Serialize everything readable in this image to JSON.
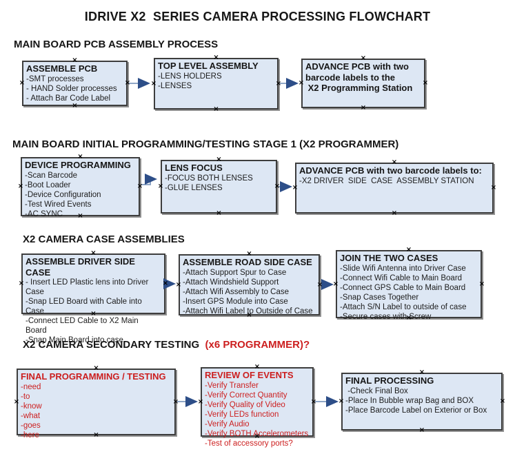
{
  "page": {
    "title": "IDRIVE X2  SERIES CAMERA PROCESSING FLOWCHART"
  },
  "colors": {
    "box_fill": "#dde7f4",
    "box_border": "#3d3d3d",
    "red_text": "#cc1e1e",
    "arrow_line": "#8fa6c6",
    "arrow_head": "#2d4e88"
  },
  "sections": [
    {
      "heading": "MAIN BOARD PCB ASSEMBLY PROCESS",
      "boxes": [
        {
          "title_lines": [
            "ASSEMBLE PCB"
          ],
          "items": [
            "-SMT processes",
            "- HAND Solder processes",
            "- Attach Bar Code Label"
          ]
        },
        {
          "title_lines": [
            "TOP LEVEL ASSEMBLY"
          ],
          "items": [
            "-LENS HOLDERS",
            "-LENSES"
          ]
        },
        {
          "title_lines": [
            "ADVANCE PCB with two",
            "barcode labels to the",
            " X2 Programming Station"
          ],
          "items": []
        }
      ]
    },
    {
      "heading": "MAIN BOARD INITIAL PROGRAMMING/TESTING STAGE 1 (X2 PROGRAMMER)",
      "boxes": [
        {
          "title_lines": [
            "DEVICE PROGRAMMING"
          ],
          "items": [
            "-Scan Barcode",
            "-Boot Loader",
            "-Device Configuration",
            "-Test Wired Events",
            "-AC SYNC"
          ]
        },
        {
          "title_lines": [
            "LENS FOCUS"
          ],
          "items": [
            "-FOCUS BOTH LENSES",
            "-GLUE LENSES"
          ]
        },
        {
          "title_lines": [
            "ADVANCE PCB with two barcode labels to:"
          ],
          "items": [
            "-X2 DRIVER  SIDE  CASE  ASSEMBLY STATION"
          ]
        }
      ]
    },
    {
      "heading": "X2 CAMERA CASE ASSEMBLIES",
      "boxes": [
        {
          "title_lines": [
            "ASSEMBLE DRIVER SIDE CASE"
          ],
          "items": [
            "- Insert LED Plastic lens into Driver Case",
            "-Snap LED Board with Cable into Case",
            "-Connect LED Cable to X2 Main Board",
            "-Snap Main Board into case"
          ]
        },
        {
          "title_lines": [
            "ASSEMBLE ROAD SIDE CASE"
          ],
          "items": [
            "-Attach Support Spur to Case",
            "-Attach Windshield Support",
            "-Attach Wifi Assembly to Case",
            "-Insert GPS Module into Case",
            "-Attach Wifi Label to Outside of Case"
          ]
        },
        {
          "title_lines": [
            "JOIN THE TWO CASES"
          ],
          "items": [
            "-Slide Wifi Antenna into Driver Case",
            "-Connect Wifi Cable to Main Board",
            "-Connect GPS Cable to Main Board",
            "-Snap Cases Together",
            "-Attach S/N Label to outside of case",
            "-Secure cases with Screw"
          ]
        }
      ]
    },
    {
      "heading": "X2 CAMERA SECONDARY TESTING  ",
      "heading_red": "(x6 PROGRAMMER)?",
      "boxes": [
        {
          "title_lines": [
            "FINAL PROGRAMMING / TESTING"
          ],
          "items": [
            "-need",
            "-to",
            "-know",
            "-what",
            "-goes",
            "-here"
          ]
        },
        {
          "title_lines": [
            "REVIEW OF EVENTS"
          ],
          "items": [
            "-Verify Transfer",
            "-Verify Correct Quantity",
            "-Verify Quality of Video",
            "-Verify LEDs function",
            "-Verify Audio",
            "-Verify BOTH Accelerometers",
            "-Test of accessory ports?"
          ]
        },
        {
          "title_lines": [
            "FINAL PROCESSING"
          ],
          "items": [
            " -Check Final Box",
            "-Place In Bubble wrap Bag and BOX",
            "-Place Barcode Label on Exterior or Box"
          ]
        }
      ]
    }
  ]
}
